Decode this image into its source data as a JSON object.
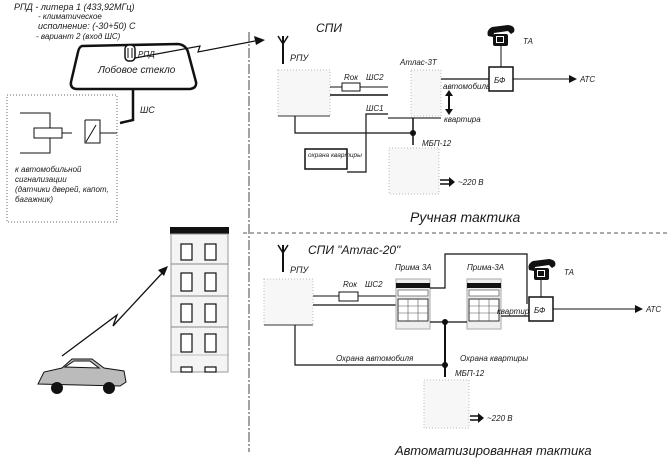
{
  "top_note": {
    "line1": "РПД - литера 1 (433,92МГц)",
    "line2": "- климатическое",
    "line3": "исполнение: (-30+50) С",
    "line4": "- вариант 2 (вход ШС)"
  },
  "windshield": {
    "label": "Лобовое стекло",
    "rpd": "РПД"
  },
  "car_alarm": {
    "shs": "ШС",
    "line1": "к автомобильной",
    "line2": "сигнализации",
    "line3": "(датчики дверей, капот,",
    "line4": "багажник)"
  },
  "manual": {
    "title": "СПИ",
    "rpu": "РПУ",
    "rok": "Rок",
    "shs2": "ШС2",
    "shs1": "ШС1",
    "atlas": "Атлас-3Т",
    "avto": "автомобиль",
    "kvartira": "квартира",
    "ohrana": "охрана квартиры",
    "mbp": "МБП-12",
    "v220": "~220 В",
    "ta": "ТА",
    "bf": "БФ",
    "ats": "АТС",
    "tactic": "Ручная тактика"
  },
  "auto": {
    "title": "СПИ \"Атлас-20\"",
    "rpu": "РПУ",
    "rok": "Rок",
    "shs2": "ШС2",
    "prima1": "Прима 3А",
    "prima2": "Прима-3А",
    "kvartira": "квартира",
    "ohrana_auto": "Охрана автомобиля",
    "ohrana_kv": "Охрана квартиры",
    "mbp": "МБП-12",
    "v220": "~220 В",
    "ta": "ТА",
    "bf": "БФ",
    "ats": "АТС",
    "tactic": "Автоматизированная  тактика"
  }
}
